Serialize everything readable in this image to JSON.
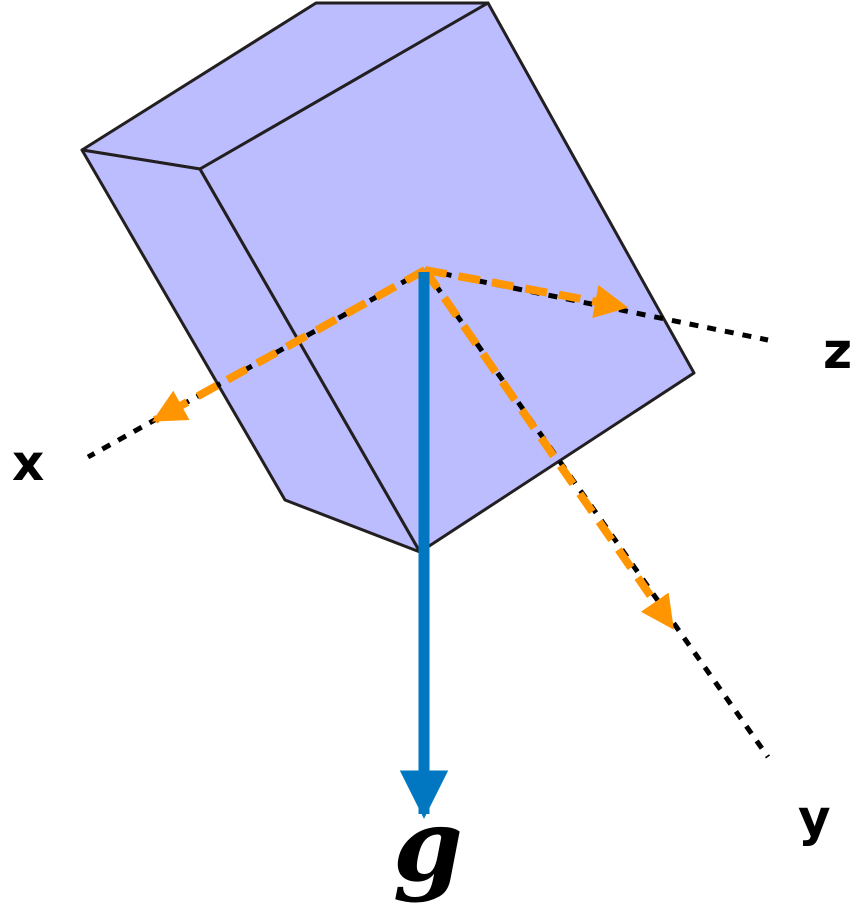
{
  "labels": {
    "x": "x",
    "y": "y",
    "z": "z",
    "g": "g"
  },
  "colors": {
    "box_fill": "#bbbdff",
    "box_stroke": "#231f20",
    "axis_arrow": "#ff9500",
    "axis_dotted": "#000000",
    "gravity": "#0077c0"
  }
}
